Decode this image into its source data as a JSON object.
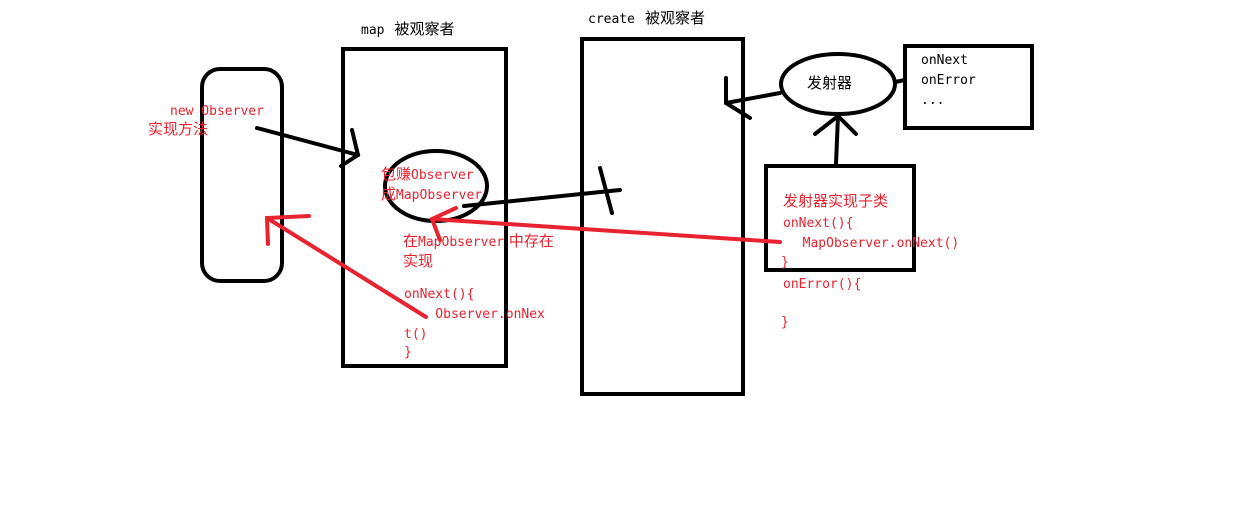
{
  "colors": {
    "stroke": "#000000",
    "annotation": "#e8232f",
    "background": "#ffffff"
  },
  "observer": {
    "line1": "new Observer",
    "line2": "实现方法"
  },
  "map": {
    "title_latin": "map",
    "title_cjk": "被观察者",
    "wrap_line1_cjk": "包赚",
    "wrap_line1_latin": "Observer",
    "wrap_line2_cjk": "成",
    "wrap_line2_latin": "MapObserver",
    "store_line1_cjk_a": "在",
    "store_line1_latin": "MapObserver",
    "store_line1_cjk_b": " 中存在",
    "store_line2": "实现",
    "code": [
      "onNext(){",
      "    Observer.onNex",
      "t()",
      "}"
    ]
  },
  "create": {
    "title_latin": "create",
    "title_cjk": "被观察者"
  },
  "emitter": {
    "label": "发射器"
  },
  "methods_box": {
    "lines": [
      "onNext",
      "onError",
      "..."
    ]
  },
  "impl": {
    "title": "发射器实现子类",
    "code": [
      "onNext(){",
      "  MapObserver.onNext()",
      "}",
      "onError(){",
      "",
      "}"
    ]
  }
}
